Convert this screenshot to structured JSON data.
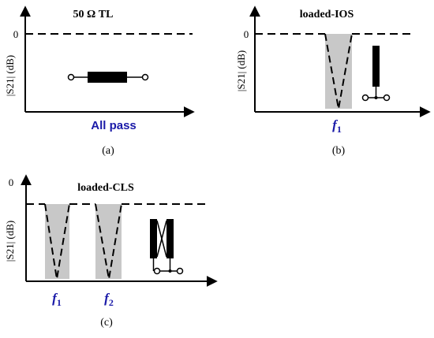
{
  "panels": {
    "a": {
      "title": "50 Ω TL",
      "zero_label": "0",
      "ylabel": "|S21| (dB)",
      "xlabel": "All pass",
      "caption": "(a)"
    },
    "b": {
      "title": "loaded-IOS",
      "zero_label": "0",
      "ylabel": "|S21| (dB)",
      "freq_label": "f1",
      "caption": "(b)"
    },
    "c": {
      "title": "loaded-CLS",
      "zero_label": "0",
      "ylabel": "|S21| (dB)",
      "freq_labels": [
        "f1",
        "f2"
      ],
      "caption": "(c)"
    }
  },
  "colors": {
    "line": "#000000",
    "band": "#c8c8c8",
    "label_blue": "#1a1aa8"
  }
}
